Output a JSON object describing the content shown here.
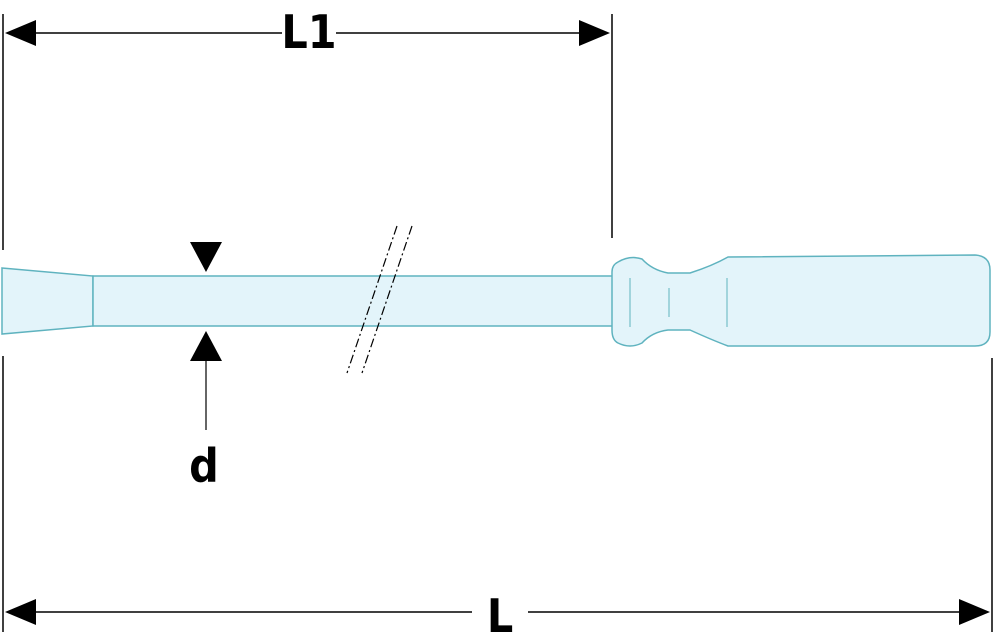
{
  "diagram": {
    "dimension_labels": {
      "shaft_length": "L1",
      "total_length": "L",
      "diameter": "d"
    },
    "colors": {
      "tool_fill": "#e3f4fa",
      "tool_outline": "#5fb3bf",
      "dimension": "#000000"
    }
  }
}
